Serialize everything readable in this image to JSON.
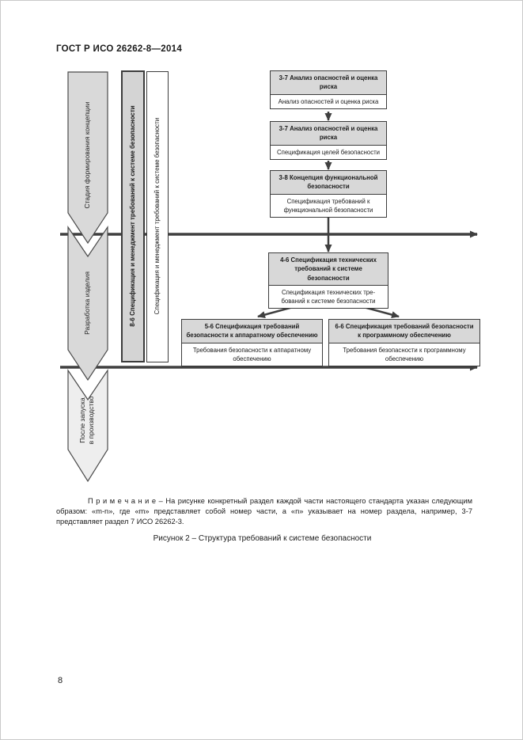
{
  "page": {
    "doc_number": "ГОСТ Р ИСО 26262-8—2014",
    "page_number": "8",
    "note": "П р и м е ч а н и е   –   На рисунке конкретный раздел каждой части настоящего стандарта указан следующим образом: «m-n», где «m» представляет собой номер части, а «n» указывает на номер раздела, например, 3-7 представляет раздел 7 ИСО 26262-3.",
    "caption": "Рисунок 2 – Структура требований к системе безопасности"
  },
  "diagram": {
    "phases": [
      {
        "label": "Стадия формирования концепции"
      },
      {
        "label": "Разработка изделия"
      },
      {
        "label": "После запуска\nв производство"
      }
    ],
    "requirements_bar": {
      "title": "8-6 Спецификация и менеджмент требований к системе безопасности",
      "subtitle": "Спецификация и менеджмент требований к системе безопасности"
    },
    "boxes": [
      {
        "head": "3-7 Анализ опасностей и оценка\nриска",
        "body": "Анализ опасностей и оценка риска"
      },
      {
        "head": "3-7 Анализ опасностей и оценка\nриска",
        "body": "Спецификация целей безопасности"
      },
      {
        "head": "3-8 Концепция функциональной\nбезопасности",
        "body": "Спецификация требований к\nфункциональной безопасности"
      },
      {
        "head": "4-6 Спецификация технических\nтребований к системе\nбезопасности",
        "body": "Спецификация технических тре-\nбований к системе безопасности"
      },
      {
        "head": "5-6 Спецификация требований\nбезопасности к аппаратному обеспечению",
        "body": "Требования безопасности к аппаратному\nобеспечению"
      },
      {
        "head": "6-6 Спецификация требований безопасности\nк программному обеспечению",
        "body": "Требования безопасности к программному\nобеспечению"
      }
    ],
    "colors": {
      "box_header_fill": "#d8d8d8",
      "phase_fill": "#d9d9d9",
      "phase_fill_light": "#eeeeee",
      "line": "#3f3f3f",
      "border": "#3c3c3c"
    }
  }
}
